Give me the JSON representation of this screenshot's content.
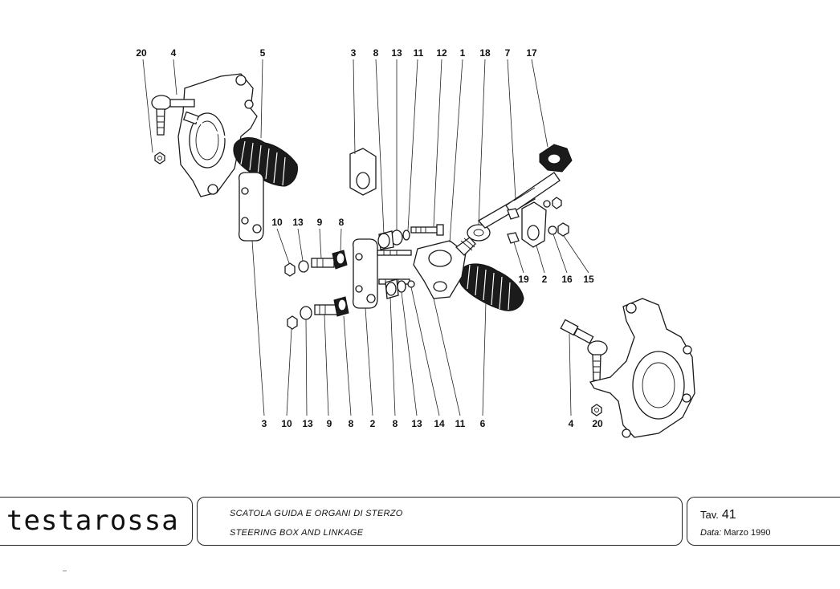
{
  "diagram": {
    "callouts_top": [
      "20",
      "4",
      "5",
      "3",
      "8",
      "13",
      "11",
      "12",
      "1",
      "18",
      "7",
      "17"
    ],
    "callouts_mid": [
      "10",
      "13",
      "9",
      "8",
      "19",
      "2",
      "16",
      "15"
    ],
    "callouts_bottom": [
      "3",
      "10",
      "13",
      "9",
      "8",
      "2",
      "8",
      "13",
      "14",
      "11",
      "6",
      "4",
      "20"
    ]
  },
  "title_block": {
    "logo": "testarossa",
    "title_it": "SCATOLA GUIDA E ORGANI DI STERZO",
    "title_en": "STEERING BOX AND LINKAGE",
    "tav_label": "Tav.",
    "tav_number": "41",
    "date_label": "Data:",
    "date_value": "Marzo 1990"
  },
  "colors": {
    "ink": "#111111",
    "paper": "#ffffff"
  }
}
